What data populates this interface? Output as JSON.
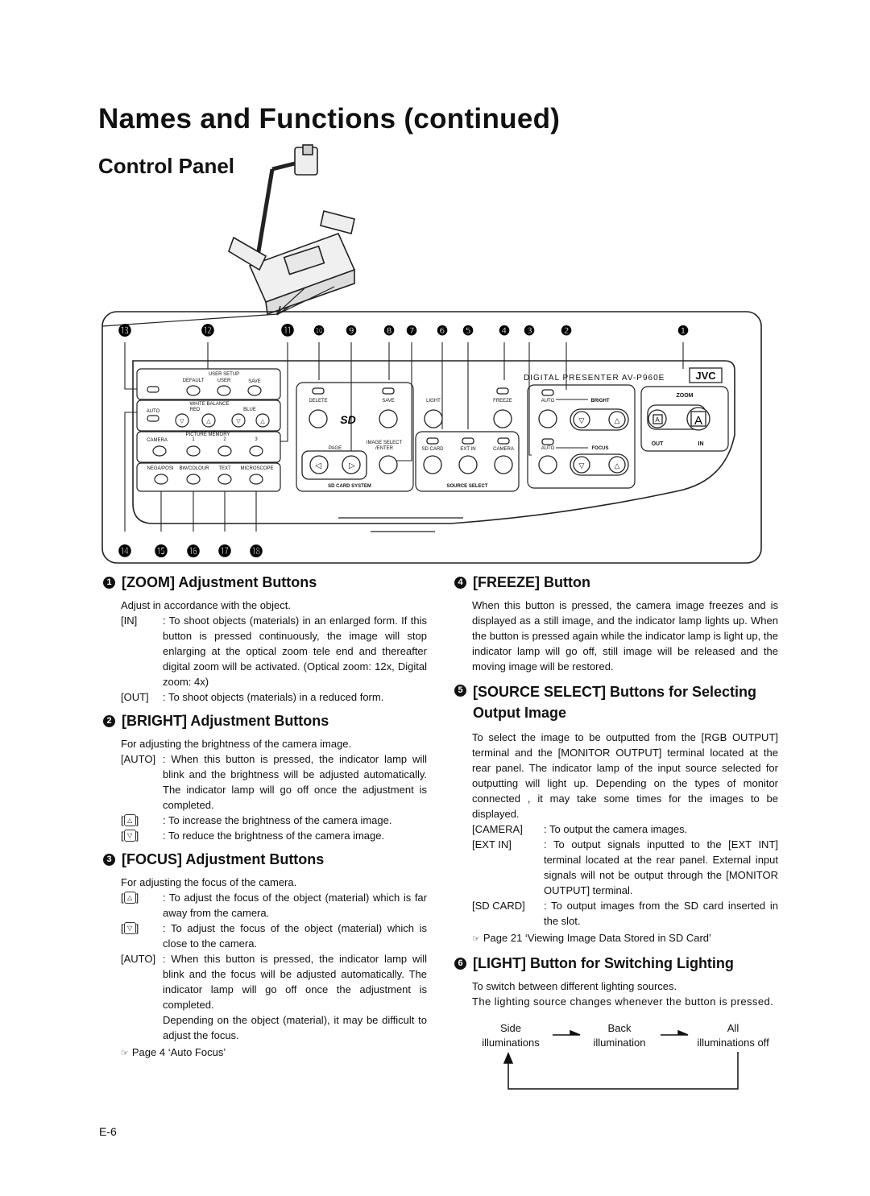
{
  "page": {
    "title": "Names and Functions (continued)",
    "subtitle": "Control Panel",
    "page_number": "E-6"
  },
  "panel": {
    "callouts": [
      "⓭",
      "⓬",
      "⓫",
      "❿",
      "❾",
      "❽",
      "❼",
      "❻",
      "❺",
      "❹",
      "❸",
      "❷",
      "❶"
    ],
    "bottom_callouts": [
      "⓮",
      "⓯",
      "⓰",
      "⓱",
      "⓲"
    ],
    "brand": "JVC",
    "model": "DIGITAL PRESENTER AV-P960E",
    "user_setup": "USER SETUP",
    "default": "DEFAULT",
    "user": "USER",
    "save": "SAVE",
    "white_balance": "WHITE BALANCE",
    "auto": "AUTO",
    "red": "RED",
    "blue": "BLUE",
    "picture_memory": "PICTURE MEMORY",
    "camera": "CAMERA",
    "pm1": "1",
    "pm2": "2",
    "pm3": "3",
    "nega_posi": "NEGA/POSI",
    "bw_colour": "BW/COLOUR",
    "text": "TEXT",
    "microscope": "MICROSCOPE",
    "delete": "DELETE",
    "save2": "SAVE",
    "light": "LIGHT",
    "freeze": "FREEZE",
    "page": "PAGE",
    "image_select": "IMAGE SELECT",
    "enter": "/ENTER",
    "sd_card_system": "SD CARD SYSTEM",
    "sd_card": "SD CARD",
    "ext_in": "EXT IN",
    "camera2": "CAMERA",
    "source_select": "SOURCE SELECT",
    "bright": "BRIGHT",
    "focus": "FOCUS",
    "auto_b": "AUTO",
    "auto_f": "AUTO",
    "zoom": "ZOOM",
    "zoom_a": "A",
    "zoom_A": "A",
    "out": "OUT",
    "in": "IN",
    "sd_logo": "SD"
  },
  "left": {
    "s1": {
      "num": "1",
      "heading": "[ZOOM] Adjustment Buttons",
      "intro": "Adjust in accordance with the object.",
      "in_key": "[IN]",
      "in_val": ": To shoot objects (materials) in an enlarged form. If this button is pressed continuously, the image will stop enlarging at the optical zoom tele end and thereafter digital zoom will be activated. (Optical zoom: 12x, Digital zoom: 4x)",
      "out_key": "[OUT]",
      "out_val": ": To shoot objects (materials) in a reduced form."
    },
    "s2": {
      "num": "2",
      "heading": "[BRIGHT] Adjustment Buttons",
      "intro": "For adjusting the brightness of the camera image.",
      "auto_key": "[AUTO]",
      "auto_val": ": When this button is pressed, the indicator lamp will blink and the brightness will be adjusted automatically. The indicator lamp will go off once the adjustment is completed.",
      "up_val": ": To increase the brightness of the camera image.",
      "down_val": ": To reduce the brightness of the camera image."
    },
    "s3": {
      "num": "3",
      "heading": "[FOCUS] Adjustment Buttons",
      "intro": "For adjusting the focus of the camera.",
      "up_val": ": To adjust the focus of the object (material) which is far away from the camera.",
      "down_val": ": To adjust the focus of the object (material) which is close to the camera.",
      "auto_key": "[AUTO]",
      "auto_val": ": When this button is pressed, the indicator lamp will blink and the focus will be adjusted automatically. The indicator lamp will go off once the adjustment is completed.",
      "extra": "Depending on the object (material), it may be difficult to adjust the focus.",
      "ref": "Page 4 ‘Auto Focus’"
    }
  },
  "right": {
    "s4": {
      "num": "4",
      "heading": "[FREEZE] Button",
      "body": "When this button is pressed, the camera image freezes and is displayed as a still image, and the indicator lamp lights up. When the button is pressed again while the indicator lamp is light up, the indicator lamp will go off, still image will be released and the moving image will be restored."
    },
    "s5": {
      "num": "5",
      "heading": "[SOURCE SELECT] Buttons for Selecting Output Image",
      "body": "To select the image to be outputted from the [RGB OUTPUT] terminal and the [MONITOR OUTPUT] terminal located at the rear panel. The indicator lamp of the input source selected for outputting will light up. Depending on the types of monitor connected , it may take some times for the images to be displayed.",
      "camera_key": "[CAMERA]",
      "camera_val": ": To output the camera images.",
      "extin_key": "[EXT IN]",
      "extin_val": ": To output signals inputted to the [EXT INT] terminal located at the rear panel. External input signals will not be output through the [MONITOR OUTPUT] terminal.",
      "sd_key": "[SD CARD]",
      "sd_val": ": To output images from the SD card inserted in the slot.",
      "ref": "Page 21 ‘Viewing Image Data Stored in SD Card’"
    },
    "s6": {
      "num": "6",
      "heading": "[LIGHT] Button for Switching Lighting",
      "body1": "To switch between different lighting sources.",
      "body2": "The lighting source changes whenever the button is pressed.",
      "f1a": "Side",
      "f1b": "illuminations",
      "f2a": "Back",
      "f2b": "illumination",
      "f3a": "All",
      "f3b": "illuminations off"
    }
  }
}
